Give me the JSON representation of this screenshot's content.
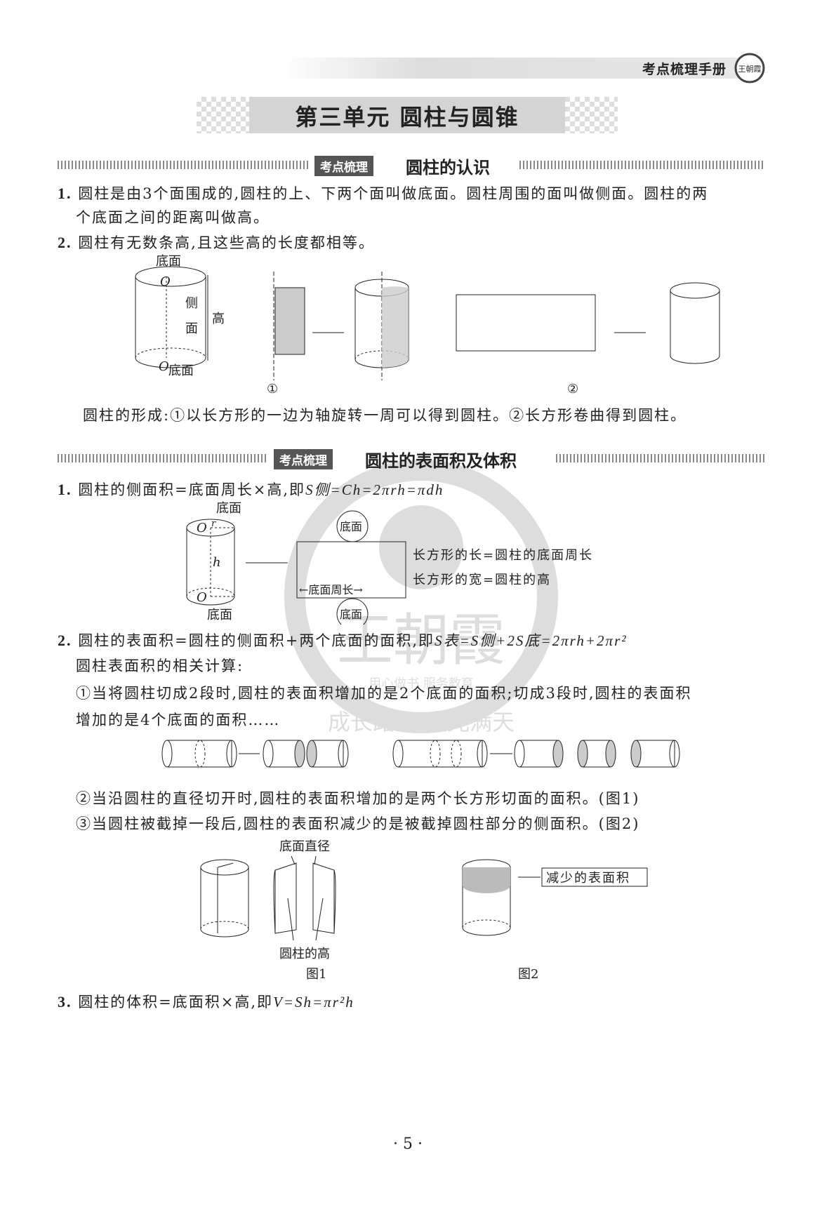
{
  "header": {
    "book": "考点梳理手册",
    "logo_text": "王朝霞"
  },
  "title": "第三单元  圆柱与圆锥",
  "sections": [
    {
      "tag": "考点梳理",
      "title": "圆柱的认识",
      "items": [
        {
          "num": "1.",
          "line1": "圆柱是由3个面围成的,圆柱的上、下两个面叫做底面。圆柱周围的面叫做侧面。圆柱的两",
          "line2": "个底面之间的距离叫做高。"
        },
        {
          "num": "2.",
          "line1": "圆柱有无数条高,且这些高的长度都相等。"
        }
      ],
      "figure_labels": {
        "top": "底面",
        "bottom": "底面",
        "O": "O",
        "side1": "侧",
        "side2": "面",
        "height": "高",
        "m1": "①",
        "m2": "②"
      },
      "caption": "圆柱的形成:①以长方形的一边为轴旋转一周可以得到圆柱。②长方形卷曲得到圆柱。"
    },
    {
      "tag": "考点梳理",
      "title": "圆柱的表面积及体积",
      "item1": {
        "num": "1.",
        "text": "圆柱的侧面积=底面周长×高,即",
        "formula": "S侧=Ch=2πrh=πdh"
      },
      "fig1": {
        "top": "底面",
        "bottom": "底面",
        "r": "r",
        "h": "h",
        "O": "O",
        "circle": "底面",
        "perimeter": "←底面周长→",
        "note1": "长方形的长=圆柱的底面周长",
        "note2": "长方形的宽=圆柱的高"
      },
      "item2": {
        "num": "2.",
        "text": "圆柱的表面积=圆柱的侧面积+两个底面的面积,即",
        "formula": "S表=S侧+2S底=2πrh+2πr²",
        "sub": "圆柱表面积的相关计算:",
        "p1a": "①当将圆柱切成2段时,圆柱的表面积增加的是2个底面的面积;切成3段时,圆柱的表面积",
        "p1b": "增加的是4个底面的面积……",
        "p2": "②当沿圆柱的直径切开时,圆柱的表面积增加的是两个长方形切面的面积。(图1)",
        "p3": "③当圆柱被截掉一段后,圆柱的表面积减少的是被截掉圆柱部分的侧面积。(图2)"
      },
      "fig2": {
        "diameter": "底面直径",
        "height": "圆柱的高",
        "reduced": "减少的表面积",
        "cap1": "图1",
        "cap2": "图2"
      },
      "item3": {
        "num": "3.",
        "text": "圆柱的体积=底面积×高,即",
        "formula": "V=Sh=πr²h"
      }
    }
  ],
  "watermark": {
    "line1": "用心做书  服务教育",
    "line2": "成长路上  霞光满天",
    "name": "王朝霞"
  },
  "page_number": "· 5 ·"
}
